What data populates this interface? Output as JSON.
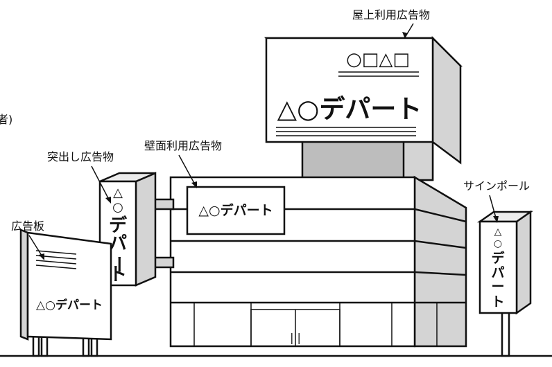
{
  "labels": {
    "rooftop": "屋上利用広告物",
    "wall": "壁面利用広告物",
    "projecting": "突出し広告物",
    "billboard": "広告板",
    "sign_pole": "サインポール",
    "cutoff": "者)"
  },
  "signs": {
    "rooftop_symbols": "○□△□",
    "rooftop_text": "△○デパート",
    "wall_text": "△○デパート",
    "projecting_symbols": [
      "△",
      "○"
    ],
    "projecting_text": [
      "デ",
      "パ",
      "ー",
      "ト"
    ],
    "billboard_text": "△○デパート",
    "pole_symbols": [
      "△",
      "○"
    ],
    "pole_text": [
      "デ",
      "パ",
      "ー",
      "ト"
    ]
  },
  "door_mark": "| |"
}
